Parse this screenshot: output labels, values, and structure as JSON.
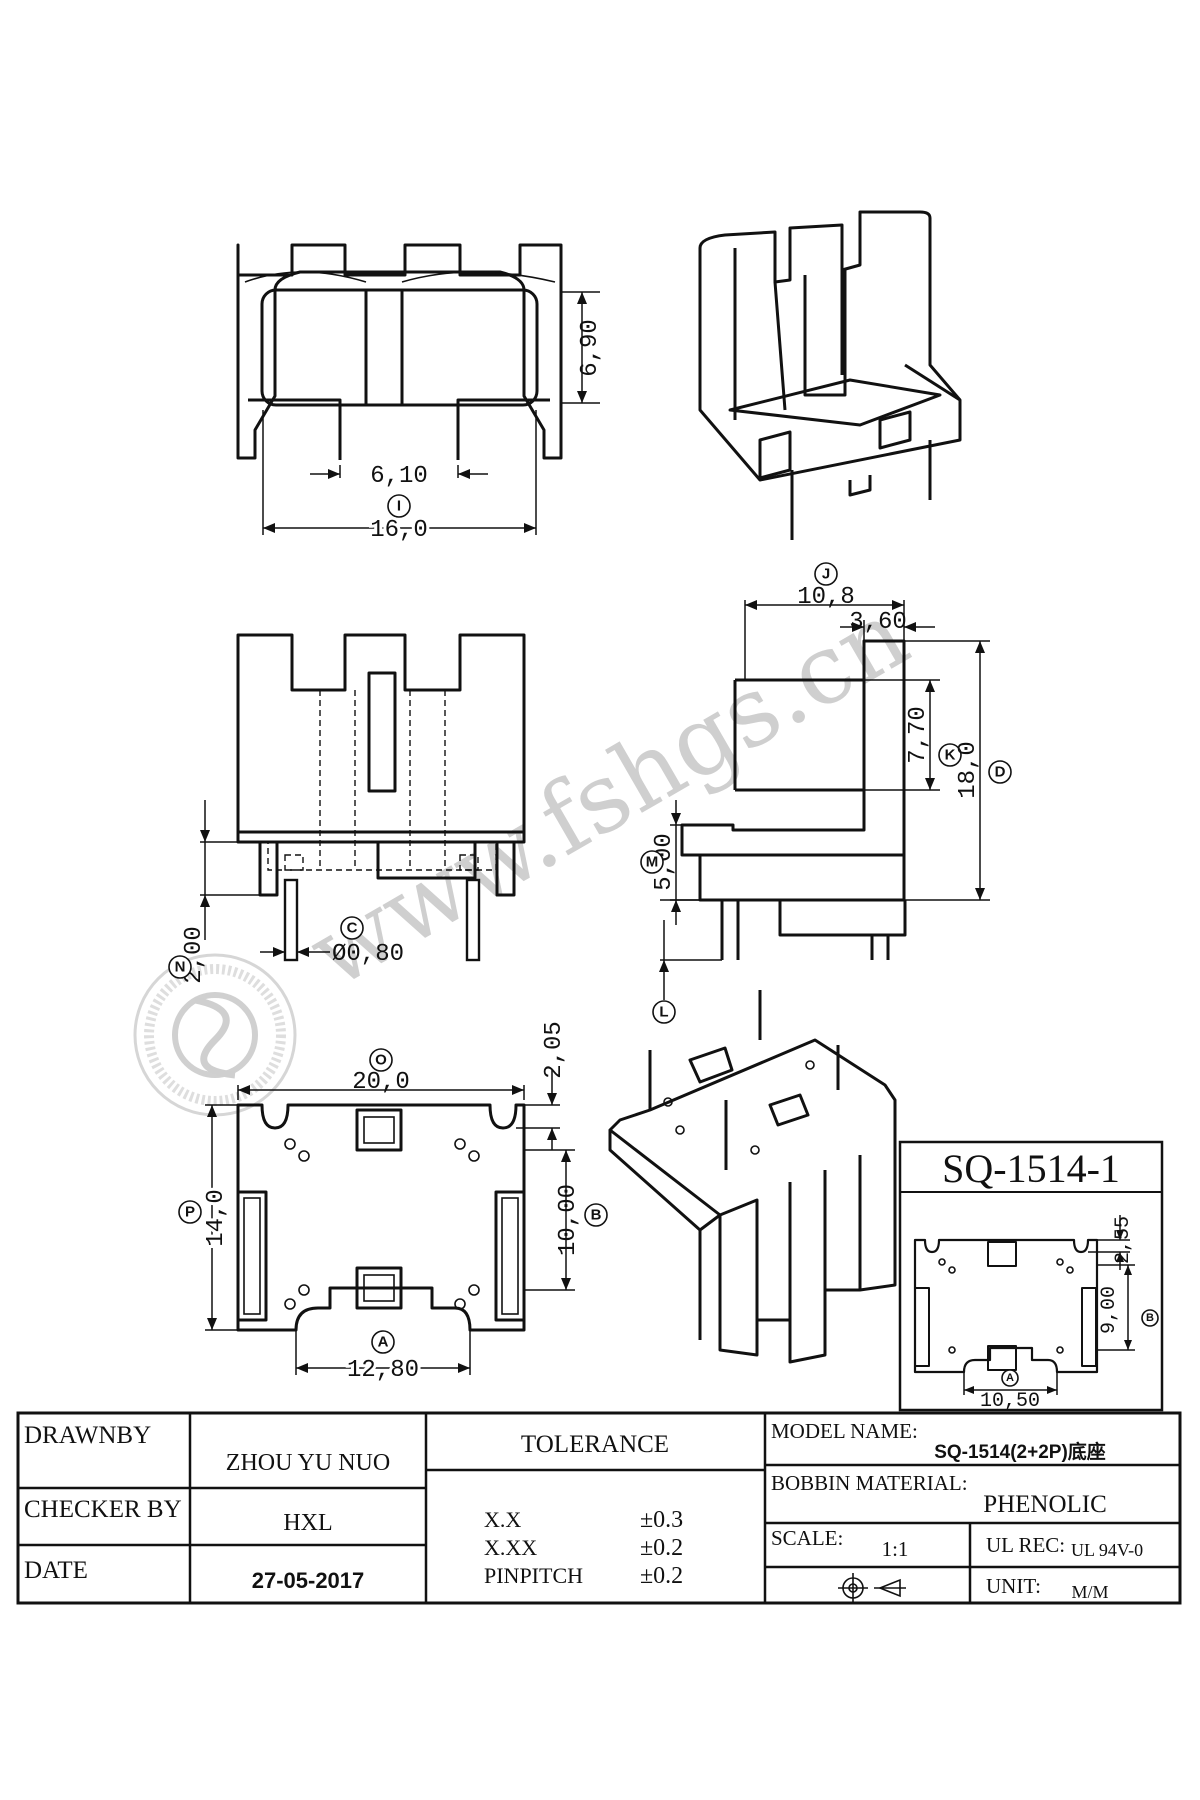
{
  "watermark": "www.fshgs.cn",
  "dimensions": {
    "top_view": {
      "d_690": "6,90",
      "d_610": "6,10",
      "d_160": "16,0",
      "tag_I": "I"
    },
    "side_view": {
      "d_108": "10,8",
      "d_360": "3,60",
      "d_770": "7,70",
      "d_180": "18,0",
      "d_500": "5,00",
      "tag_J": "J",
      "tag_K": "K",
      "tag_D": "D",
      "tag_M": "M",
      "tag_L": "L"
    },
    "front_view": {
      "d_200": "2,00",
      "d_080": "Ø0,80",
      "tag_N": "N",
      "tag_C": "C"
    },
    "bottom_view": {
      "d_205": "2,05",
      "d_20": "20,0",
      "d_140": "14,0",
      "d_1000": "10,00",
      "d_1280": "12,80",
      "tag_O": "O",
      "tag_P": "P",
      "tag_B": "B",
      "tag_A": "A"
    },
    "inset": {
      "title": "SQ-1514-1",
      "d_255": "2,55",
      "d_900": "9,00",
      "d_1050": "10,50",
      "tag_B": "B",
      "tag_A": "A"
    }
  },
  "title_block": {
    "drawn_by_label": "DRAWNBY",
    "drawn_by_value": "ZHOU YU NUO",
    "checker_label": "CHECKER BY",
    "checker_value": "HXL",
    "date_label": "DATE",
    "date_value": "27-05-2017",
    "tolerance_label": "TOLERANCE",
    "tolerances": [
      {
        "name": "X.X",
        "value": "±0.3"
      },
      {
        "name": "X.XX",
        "value": "±0.2"
      },
      {
        "name": "PINPITCH",
        "value": "±0.2"
      }
    ],
    "model_label": "MODEL NAME:",
    "model_value": "SQ-1514(2+2P)底座",
    "material_label": "BOBBIN MATERIAL:",
    "material_value": "PHENOLIC",
    "scale_label": "SCALE:",
    "scale_value": "1:1",
    "ul_label": "UL REC:",
    "ul_value": "UL 94V-0",
    "unit_label": "UNIT:",
    "unit_value": "M/M"
  }
}
